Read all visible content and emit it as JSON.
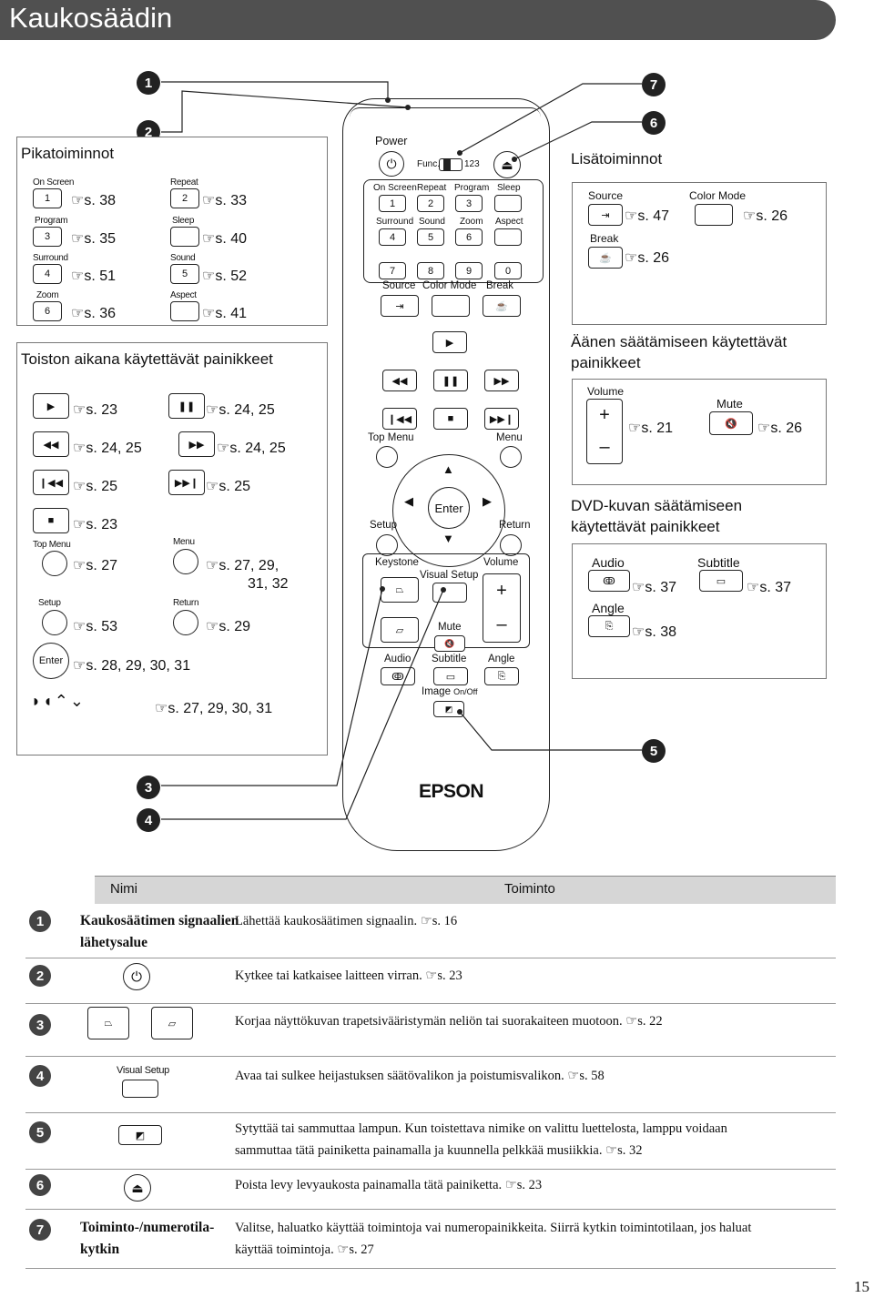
{
  "header": {
    "title": "Kaukosäädin"
  },
  "callouts": [
    "1",
    "2",
    "3",
    "4",
    "5",
    "6",
    "7"
  ],
  "quick": {
    "title": "Pikatoiminnot",
    "items": [
      {
        "label": "On Screen",
        "key": "1",
        "ref": "s. 38"
      },
      {
        "label": "Repeat",
        "key": "2",
        "ref": "s. 33"
      },
      {
        "label": "Program",
        "key": "3",
        "ref": "s. 35"
      },
      {
        "label": "Sleep",
        "key": "",
        "ref": "s. 40"
      },
      {
        "label": "Surround",
        "key": "4",
        "ref": "s. 51"
      },
      {
        "label": "Sound",
        "key": "5",
        "ref": "s. 52"
      },
      {
        "label": "Zoom",
        "key": "6",
        "ref": "s. 36"
      },
      {
        "label": "Aspect",
        "key": "",
        "ref": "s. 41"
      }
    ]
  },
  "playback": {
    "title": "Toiston aikana käytettävät painikkeet",
    "refs": [
      "s. 23",
      "s. 24, 25",
      "s. 24, 25",
      "s. 24, 25",
      "s. 25",
      "s. 25",
      "s. 23",
      "s. 27",
      "s. 27, 29,",
      "31, 32",
      "s. 53",
      "s. 29",
      "s. 28, 29, 30, 31",
      "s. 27, 29, 30, 31"
    ],
    "labels": {
      "top_menu": "Top Menu",
      "menu": "Menu",
      "setup": "Setup",
      "return": "Return",
      "enter": "Enter"
    }
  },
  "extra": {
    "title": "Lisätoiminnot",
    "source": "Source",
    "source_ref": "s. 47",
    "color_mode": "Color Mode",
    "color_ref": "s. 26",
    "break": "Break",
    "break_ref": "s. 26"
  },
  "audio": {
    "title_1": "Äänen säätämiseen käytettävät",
    "title_2": "painikkeet",
    "volume": "Volume",
    "volume_ref": "s. 21",
    "mute": "Mute",
    "mute_ref": "s. 26"
  },
  "dvd": {
    "title_1": "DVD-kuvan säätämiseen",
    "title_2": "käytettävät painikkeet",
    "audio": "Audio",
    "audio_ref": "s. 37",
    "subtitle": "Subtitle",
    "subtitle_ref": "s. 37",
    "angle": "Angle",
    "angle_ref": "s. 38"
  },
  "remote": {
    "power": "Power",
    "func": "Func.",
    "num": "123",
    "row1": [
      "On Screen",
      "Repeat",
      "Program",
      "Sleep"
    ],
    "row1_keys": [
      "1",
      "2",
      "3",
      ""
    ],
    "row2": [
      "Surround",
      "Sound",
      "Zoom",
      "Aspect"
    ],
    "row2_keys": [
      "4",
      "5",
      "6",
      ""
    ],
    "row3_keys": [
      "7",
      "8",
      "9",
      "0"
    ],
    "row4": [
      "Source",
      "Color Mode",
      "Break"
    ],
    "top_menu": "Top Menu",
    "menu": "Menu",
    "enter": "Enter",
    "setup": "Setup",
    "return": "Return",
    "keystone": "Keystone",
    "visual_setup": "Visual Setup",
    "volume": "Volume",
    "mute": "Mute",
    "audio": "Audio",
    "subtitle": "Subtitle",
    "angle": "Angle",
    "image": "Image",
    "onoff": "On/Off",
    "brand": "EPSON"
  },
  "table": {
    "col1": "Nimi",
    "col2": "Toiminto",
    "rows": [
      {
        "n": "1",
        "name_1": "Kaukosäätimen signaalien",
        "name_2": "lähetysalue",
        "desc_1": "Lähettää kaukosäätimen signaalin.",
        "desc_ref": "s. 16"
      },
      {
        "n": "2",
        "desc_1": "Kytkee tai katkaisee laitteen virran.",
        "desc_ref": "s. 23"
      },
      {
        "n": "3",
        "desc_1": "Korjaa näyttökuvan trapetsivääristymän neliön tai suorakaiteen muotoon.",
        "desc_ref": "s. 22"
      },
      {
        "n": "4",
        "icon_label": "Visual Setup",
        "desc_1": "Avaa tai sulkee heijastuksen säätövalikon ja poistumisvalikon.",
        "desc_ref": "s. 58"
      },
      {
        "n": "5",
        "desc_1": "Sytyttää tai sammuttaa lampun. Kun toistettava nimike on valittu luettelosta, lamppu voidaan",
        "desc_2": "sammuttaa tätä painiketta painamalla ja kuunnella pelkkää musiikkia.",
        "desc_ref": "s. 32"
      },
      {
        "n": "6",
        "desc_1": "Poista levy levyaukosta painamalla tätä painiketta.",
        "desc_ref": "s. 23"
      },
      {
        "n": "7",
        "name_1": "Toiminto-/numerotila-",
        "name_2": "kytkin",
        "desc_1": "Valitse, haluatko käyttää toimintoja vai numeropainikkeita. Siirrä kytkin toimintotilaan, jos haluat",
        "desc_2": "käyttää toimintoja.",
        "desc_ref": "s. 27"
      }
    ]
  },
  "page_number": "15"
}
